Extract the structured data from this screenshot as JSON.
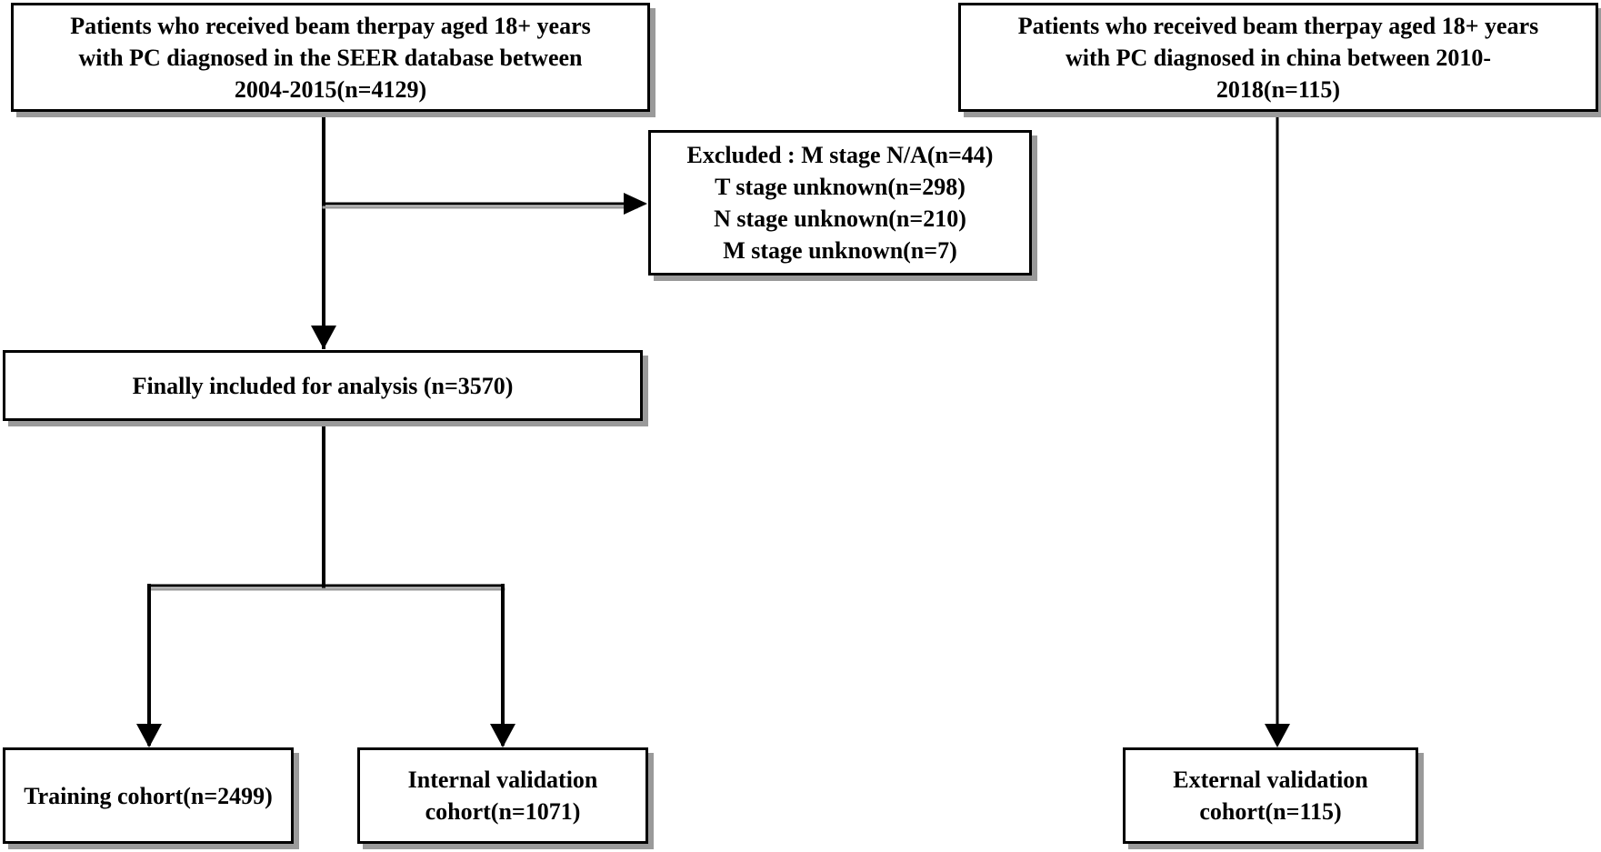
{
  "diagram": {
    "boxes": {
      "seer": {
        "lines": [
          "Patients who received beam therpay aged 18+ years",
          "with PC diagnosed in the SEER database between",
          "2004-2015(n=4129)"
        ]
      },
      "china": {
        "lines": [
          "Patients who received beam therpay aged 18+ years",
          "with PC diagnosed in china between 2010-",
          "2018(n=115)"
        ]
      },
      "excluded": {
        "lines": [
          "Excluded : M stage N/A(n=44)",
          "T stage unknown(n=298)",
          "N stage unknown(n=210)",
          "M stage unknown(n=7)"
        ]
      },
      "final": {
        "lines": [
          "Finally included for analysis (n=3570)"
        ]
      },
      "training": {
        "lines": [
          "Training cohort(n=2499)"
        ]
      },
      "internal": {
        "lines": [
          "Internal validation",
          "cohort(n=1071)"
        ]
      },
      "external": {
        "lines": [
          "External validation",
          "cohort(n=115)"
        ]
      }
    },
    "colors": {
      "line": "#000000",
      "shadow": "#9a9a9a",
      "background": "#ffffff"
    }
  }
}
